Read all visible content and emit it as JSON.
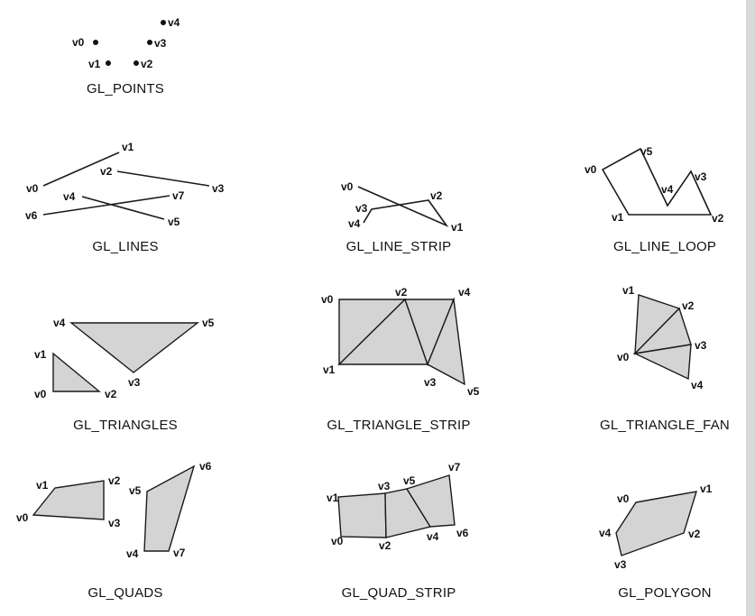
{
  "primitives": {
    "points": {
      "caption": "GL_POINTS",
      "labels": [
        "v0",
        "v1",
        "v2",
        "v3",
        "v4"
      ]
    },
    "lines": {
      "caption": "GL_LINES",
      "labels": [
        "v0",
        "v1",
        "v2",
        "v3",
        "v4",
        "v5",
        "v6",
        "v7"
      ]
    },
    "line_strip": {
      "caption": "GL_LINE_STRIP",
      "labels": [
        "v0",
        "v1",
        "v2",
        "v3",
        "v4"
      ]
    },
    "line_loop": {
      "caption": "GL_LINE_LOOP",
      "labels": [
        "v0",
        "v1",
        "v2",
        "v3",
        "v4",
        "v5"
      ]
    },
    "triangles": {
      "caption": "GL_TRIANGLES",
      "labels": [
        "v0",
        "v1",
        "v2",
        "v3",
        "v4",
        "v5"
      ]
    },
    "triangle_strip": {
      "caption": "GL_TRIANGLE_STRIP",
      "labels": [
        "v0",
        "v1",
        "v2",
        "v3",
        "v4",
        "v5"
      ]
    },
    "triangle_fan": {
      "caption": "GL_TRIANGLE_FAN",
      "labels": [
        "v0",
        "v1",
        "v2",
        "v3",
        "v4"
      ]
    },
    "quads": {
      "caption": "GL_QUADS",
      "labels": [
        "v0",
        "v1",
        "v2",
        "v3",
        "v4",
        "v5",
        "v6",
        "v7"
      ]
    },
    "quad_strip": {
      "caption": "GL_QUAD_STRIP",
      "labels": [
        "v0",
        "v1",
        "v2",
        "v3",
        "v4",
        "v5",
        "v6",
        "v7"
      ]
    },
    "polygon": {
      "caption": "GL_POLYGON",
      "labels": [
        "v0",
        "v1",
        "v2",
        "v3",
        "v4"
      ]
    }
  }
}
